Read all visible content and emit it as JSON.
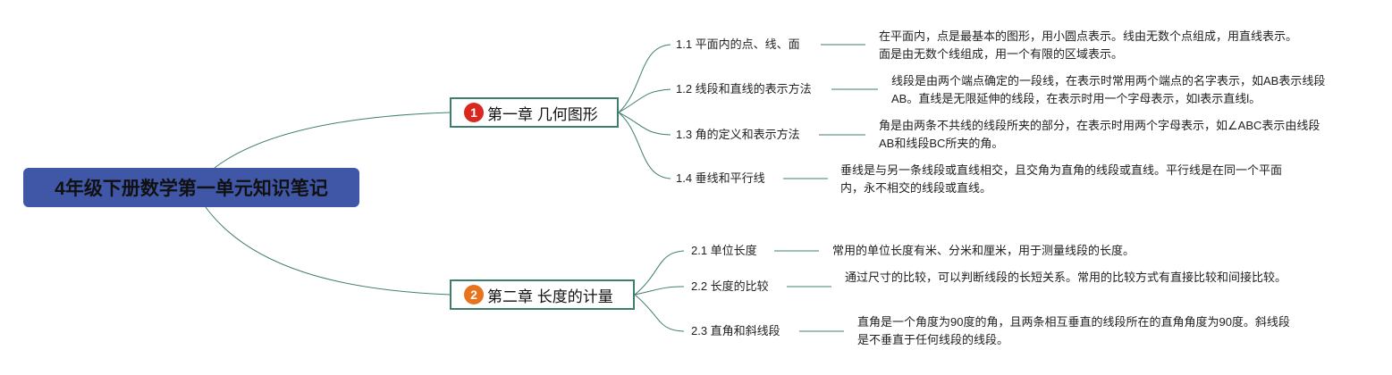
{
  "root": {
    "title": "4年级下册数学第一单元知识笔记"
  },
  "chapters": [
    {
      "number": "1",
      "badge_color": "#d9281e",
      "title": "第一章 几何图形",
      "topics": [
        {
          "label": "1.1 平面内的点、线、面",
          "note": "在平面内，点是最基本的图形，用小圆点表示。线由无数个点组成，用直线表示。面是由无数个线组成，用一个有限的区域表示。"
        },
        {
          "label": "1.2 线段和直线的表示方法",
          "note": "线段是由两个端点确定的一段线，在表示时常用两个端点的名字表示，如AB表示线段AB。直线是无限延伸的线段，在表示时用一个字母表示，如l表示直线l。"
        },
        {
          "label": "1.3 角的定义和表示方法",
          "note": "角是由两条不共线的线段所夹的部分，在表示时用两个字母表示，如∠ABC表示由线段AB和线段BC所夹的角。"
        },
        {
          "label": "1.4 垂线和平行线",
          "note": "垂线是与另一条线段或直线相交，且交角为直角的线段或直线。平行线是在同一个平面内，永不相交的线段或直线。"
        }
      ]
    },
    {
      "number": "2",
      "badge_color": "#e8731c",
      "title": "第二章 长度的计量",
      "topics": [
        {
          "label": "2.1 单位长度",
          "note": "常用的单位长度有米、分米和厘米，用于测量线段的长度。"
        },
        {
          "label": "2.2 长度的比较",
          "note": "通过尺寸的比较，可以判断线段的长短关系。常用的比较方式有直接比较和间接比较。"
        },
        {
          "label": "2.3 直角和斜线段",
          "note": "直角是一个角度为90度的角，且两条相互垂直的线段所在的直角角度为90度。斜线段是不垂直于任何线段的线段。"
        }
      ]
    }
  ],
  "colors": {
    "root_fill": "#3f57a6",
    "connector": "#3f7d6e"
  }
}
